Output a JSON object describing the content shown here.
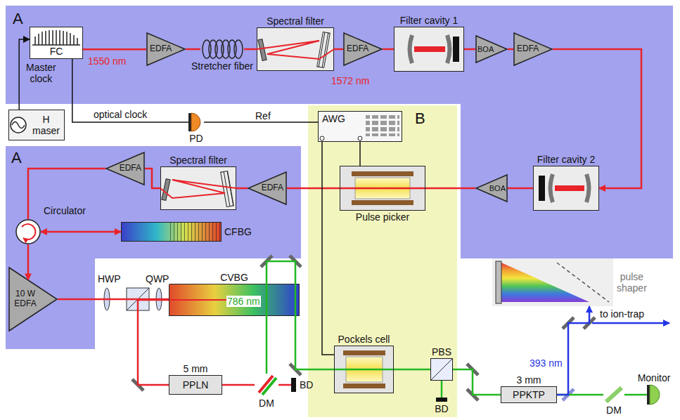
{
  "diagram": {
    "nodes": [
      {
        "text": [
          "A"
        ]
      },
      {
        "text": [
          "FC"
        ],
        "in": 0
      },
      {
        "text": [
          "EDFA"
        ],
        "in": 0
      },
      {
        "text": [
          "Stretcher fiber"
        ],
        "in": 0
      },
      {
        "text": [
          "Spectral filter"
        ],
        "in": 0
      },
      {
        "text": [
          "EDFA"
        ],
        "in": 0
      },
      {
        "text": [
          "Filter cavity 1"
        ],
        "in": 0
      },
      {
        "text": [
          "BOA"
        ],
        "in": 0
      },
      {
        "text": [
          "EDFA"
        ],
        "in": 0
      },
      {
        "text": [
          "Filter cavity 2"
        ],
        "in": 0
      },
      {
        "text": [
          "BOA"
        ],
        "in": 0
      },
      {
        "text": [
          "H maser"
        ]
      },
      {
        "text": [
          "PD"
        ]
      },
      {
        "text": [
          "B"
        ]
      },
      {
        "text": [
          "AWG"
        ],
        "in": 13
      },
      {
        "text": [
          "Pulse picker"
        ],
        "in": 13
      },
      {
        "text": [
          "A"
        ]
      },
      {
        "text": [
          "EDFA"
        ],
        "in": 16
      },
      {
        "text": [
          "Spectral filter"
        ],
        "in": 16
      },
      {
        "text": [
          "EDFA"
        ],
        "in": 16
      },
      {
        "text": [
          "Circulator"
        ],
        "in": 16
      },
      {
        "text": [
          "CFBG"
        ],
        "in": 16
      },
      {
        "text": [
          "10 W EDFA"
        ],
        "in": 16
      },
      {
        "text": [
          "CVBG"
        ]
      },
      {
        "text": [
          "5 mm",
          "PPLN"
        ]
      },
      {
        "text": [
          "DM"
        ]
      },
      {
        "text": [
          "BD"
        ]
      },
      {
        "text": [
          "Pockels cell"
        ],
        "in": 13
      },
      {
        "text": [
          "PBS"
        ],
        "in": 13
      },
      {
        "text": [
          "BD"
        ],
        "in": 13
      },
      {
        "text": [
          "3 mm",
          "PPKTP"
        ]
      },
      {
        "text": [
          "DM"
        ]
      },
      {
        "text": [
          "Monitor"
        ]
      },
      {
        "text": [
          "pulse shaper"
        ]
      }
    ],
    "edges": [
      {
        "from": 11,
        "to": 1,
        "arrow": "to",
        "label": "Master clock"
      },
      {
        "from": 1,
        "to": 2,
        "arrow": "none"
      },
      {
        "from": 2,
        "to": 3,
        "arrow": "none"
      },
      {
        "from": 3,
        "to": 4,
        "arrow": "none"
      },
      {
        "from": 4,
        "to": 5,
        "arrow": "none"
      },
      {
        "from": 5,
        "to": 6,
        "arrow": "none"
      },
      {
        "from": 6,
        "to": 7,
        "arrow": "none"
      },
      {
        "from": 7,
        "to": 8,
        "arrow": "none"
      },
      {
        "from": 8,
        "to": 9,
        "arrow": "to"
      },
      {
        "from": 9,
        "to": 10,
        "arrow": "none"
      },
      {
        "from": 10,
        "to": 15,
        "arrow": "none"
      },
      {
        "from": 15,
        "to": 17,
        "arrow": "none"
      },
      {
        "from": 17,
        "to": 18,
        "arrow": "none"
      },
      {
        "from": 18,
        "to": 19,
        "arrow": "none"
      },
      {
        "from": 19,
        "to": 20,
        "arrow": "none"
      },
      {
        "from": 20,
        "to": 21,
        "arrow": "both"
      },
      {
        "from": 20,
        "to": 22,
        "arrow": "to"
      },
      {
        "from": 22,
        "to": 23,
        "arrow": "none"
      },
      {
        "from": 23,
        "to": 24,
        "arrow": "none"
      },
      {
        "from": 24,
        "to": 25,
        "arrow": "none"
      },
      {
        "from": 25,
        "to": 26,
        "arrow": "none"
      },
      {
        "from": 25,
        "to": 27,
        "arrow": "none"
      },
      {
        "from": 27,
        "to": 28,
        "arrow": "none"
      },
      {
        "from": 28,
        "to": 29,
        "arrow": "none"
      },
      {
        "from": 28,
        "to": 30,
        "arrow": "none"
      },
      {
        "from": 30,
        "to": 31,
        "arrow": "none"
      },
      {
        "from": 31,
        "to": 32,
        "arrow": "none"
      },
      {
        "from": 30,
        "to": 33,
        "arrow": "to"
      },
      {
        "from": 1,
        "to": 12,
        "arrow": "none",
        "label": "optical clock"
      },
      {
        "from": 12,
        "to": 14,
        "arrow": "none",
        "label": "Ref"
      },
      {
        "from": 14,
        "to": 15,
        "arrow": "none"
      },
      {
        "from": 14,
        "to": 27,
        "arrow": "none"
      }
    ],
    "labels": [
      "1550 nm",
      "1572 nm",
      "HWP",
      "QWP",
      "786 nm",
      "393 nm",
      "to ion-trap"
    ]
  }
}
